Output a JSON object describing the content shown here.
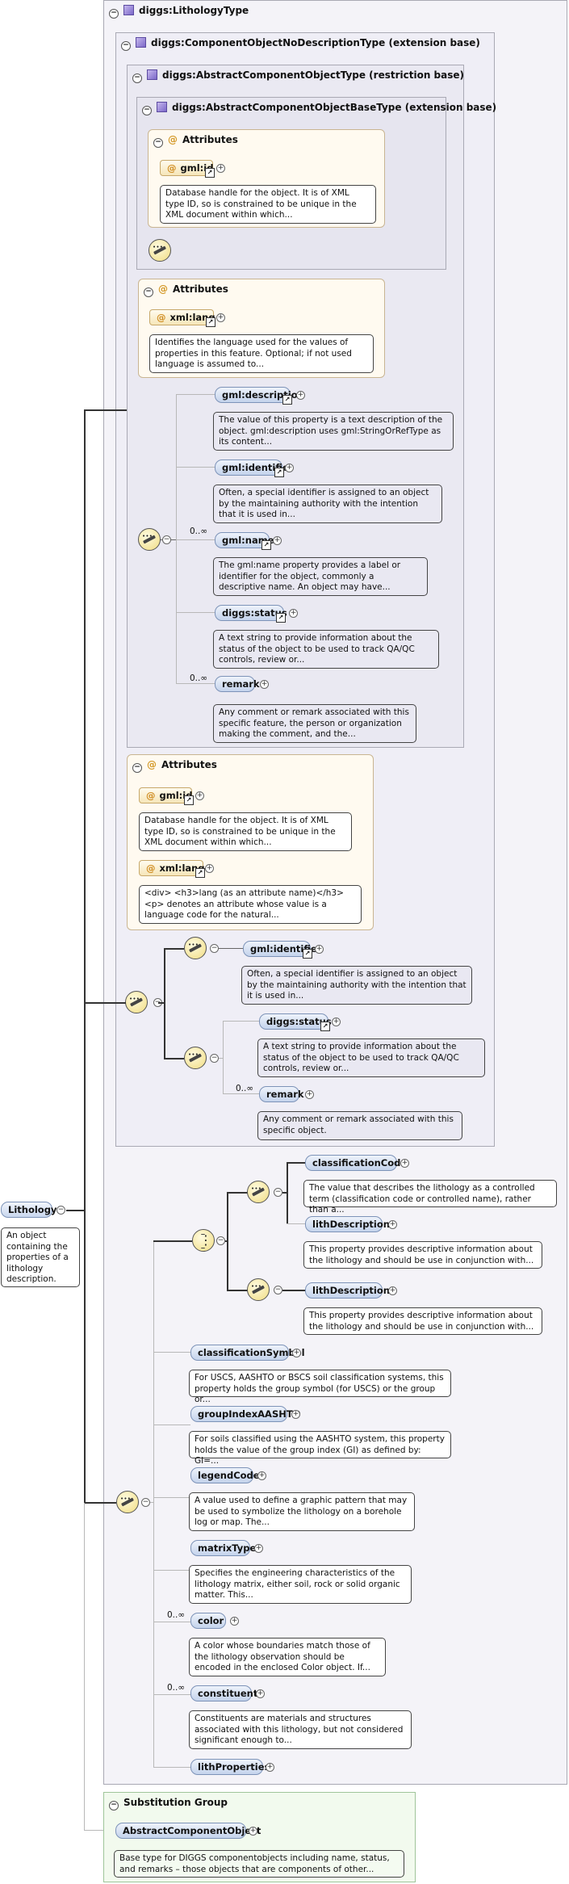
{
  "root": {
    "name": "Lithology",
    "doc": "An object containing the properties of a lithology description."
  },
  "lithology_type": {
    "title": "diggs:LithologyType"
  },
  "component_no_desc": {
    "title": "diggs:ComponentObjectNoDescriptionType (extension base)"
  },
  "abstract_component": {
    "title": "diggs:AbstractComponentObjectType (restriction base)"
  },
  "abstract_component_base": {
    "title": "diggs:AbstractComponentObjectBaseType (extension base)",
    "attributes_label": "Attributes",
    "gml_id": "gml:id",
    "gml_id_doc": "Database handle for the object. It is of XML type ID, so is constrained to be unique in the XML document within which..."
  },
  "attrs_lang": {
    "label": "Attributes",
    "xml_lang": "xml:lang",
    "xml_lang_doc": "Identifies the language used for the values of properties in this feature. Optional; if not used language is assumed to..."
  },
  "abstract_seq": {
    "gml_description": "gml:description",
    "gml_description_doc": "The value of this property is a text description of the object. gml:description uses gml:StringOrRefType as its content...",
    "gml_identifier": "gml:identifier",
    "gml_identifier_doc": "Often, a special identifier is assigned to an object by the maintaining authority with the intention that it is used in...",
    "gml_name_occ": "0..∞",
    "gml_name": "gml:name",
    "gml_name_doc": "The gml:name property provides a label or identifier for the object, commonly a descriptive name. An object may have...",
    "diggs_status": "diggs:status",
    "diggs_status_doc": "A text string to provide information about the status of the object to be used to track QA/QC controls, review or...",
    "remark_occ": "0..∞",
    "remark": "remark",
    "remark_doc": "Any comment or remark associated with this specific feature, the person or organization making the comment, and the..."
  },
  "attrs_nodesc": {
    "label": "Attributes",
    "gml_id": "gml:id",
    "gml_id_doc": "Database handle for the object. It is of XML type ID, so is constrained to be unique in the XML document within which...",
    "xml_lang": "xml:lang",
    "xml_lang_doc": "<div> <h3>lang (as an attribute name)</h3> <p> denotes an attribute whose value is a language code for the natural..."
  },
  "nodesc_seq": {
    "gml_identifier": "gml:identifier",
    "gml_identifier_doc": "Often, a special identifier is assigned to an object by the maintaining authority with the intention that it is used in...",
    "diggs_status": "diggs:status",
    "diggs_status_doc": "A text string to provide information about the status of the object to be used to track QA/QC controls, review or...",
    "remark_occ": "0..∞",
    "remark": "remark",
    "remark_doc": "Any comment or remark associated with this specific object."
  },
  "lith_seq": {
    "classificationCode": "classificationCode",
    "classificationCode_doc": "The value that describes the lithology as a controlled term (classification code or controlled name), rather than a...",
    "lithDescription_a": "lithDescription",
    "lithDescription_a_doc": "This property provides descriptive information about the lithology and should be use in conjunction with...",
    "lithDescription_b": "lithDescription",
    "lithDescription_b_doc": "This property provides descriptive information about the lithology and should be use in conjunction with...",
    "classificationSymbol": "classificationSymbol",
    "classificationSymbol_doc": "For USCS, AASHTO or BSCS soil classification systems, this property holds the group symbol (for USCS) or the group or...",
    "groupIndexAASHTO": "groupIndexAASHTO",
    "groupIndexAASHTO_doc": "For soils classified using the AASHTO system, this property holds the value of the group index (GI) as defined by: GI=...",
    "legendCode": "legendCode",
    "legendCode_doc": "A value used to define a graphic pattern that may be used to symbolize the lithology on a borehole log or map. The...",
    "matrixType": "matrixType",
    "matrixType_doc": "Specifies the engineering characteristics of the lithology matrix, either soil, rock or solid organic matter. This...",
    "color_occ": "0..∞",
    "color": "color",
    "color_doc": "A color whose boundaries match those of the lithology observation should be encoded in the enclosed Color object. If...",
    "constituent_occ": "0..∞",
    "constituent": "constituent",
    "constituent_doc": "Constituents are materials and structures associated with this lithology, but not considered significant enough to...",
    "lithProperties": "lithProperties"
  },
  "substitution": {
    "title": "Substitution Group",
    "element": "AbstractComponentObject",
    "doc": "Base type for DIGGS componentobjects including name, status, and remarks – those objects that are components of other..."
  }
}
